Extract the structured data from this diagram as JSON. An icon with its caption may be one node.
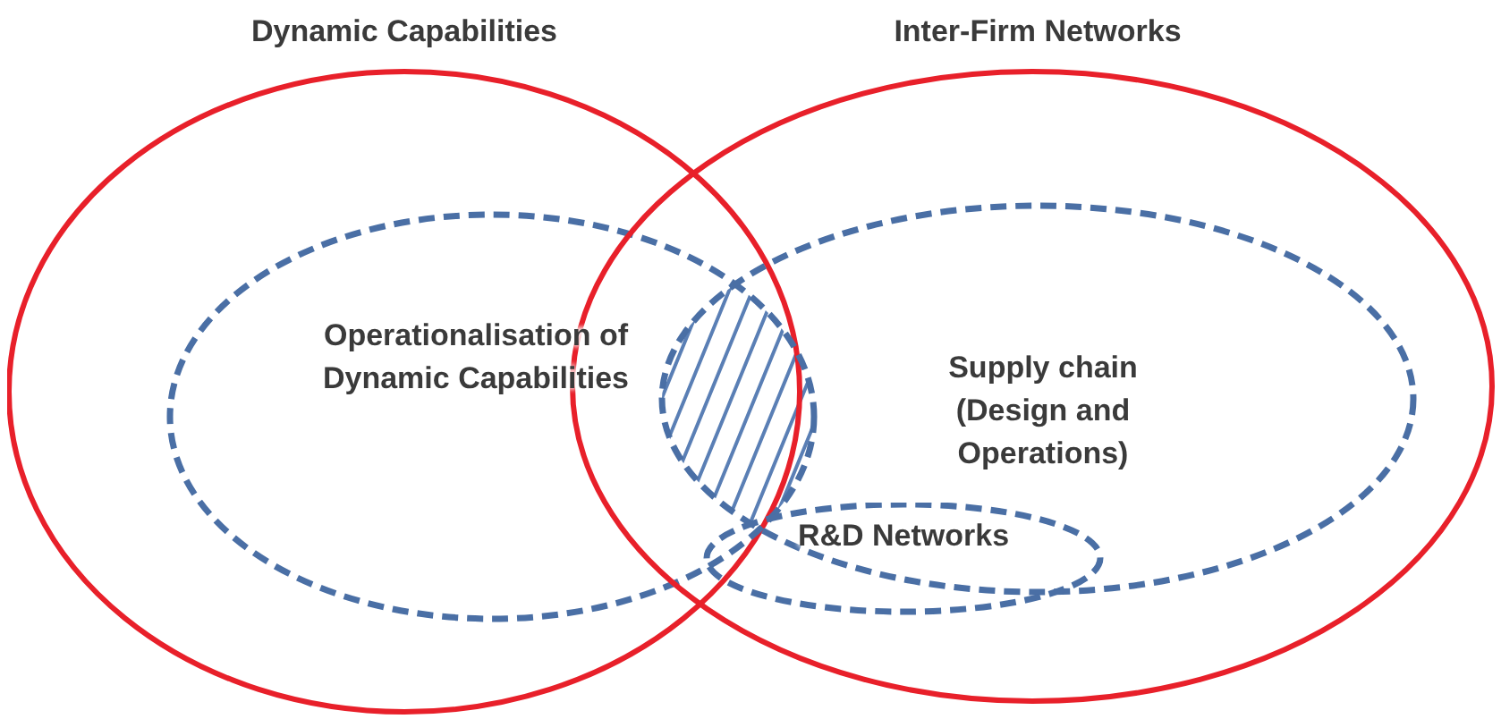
{
  "diagram": {
    "nodes": [
      {
        "text": [
          "Dynamic Capabilities"
        ]
      },
      {
        "text": [
          "Inter-Firm Networks"
        ]
      },
      {
        "text": [
          "Operationalisation of Dynamic Capabilities"
        ],
        "in": 0
      },
      {
        "text": [
          "Supply chain (Design and Operations)"
        ],
        "in": 1
      },
      {
        "text": [
          "R&D Networks"
        ],
        "in": 1
      }
    ]
  }
}
